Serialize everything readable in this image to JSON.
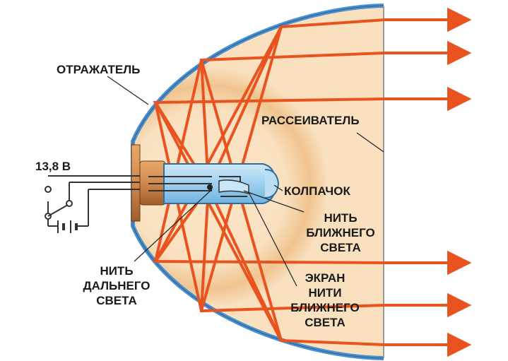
{
  "labels": {
    "reflector": "ОТРАЖАТЕЛЬ",
    "diffuser": "РАССЕИВАТЕЛЬ",
    "voltage": "13,8 В",
    "cap": "КОЛПАЧОК",
    "low_beam_filament": [
      "НИТЬ",
      "БЛИЖНЕГО",
      "СВЕТА"
    ],
    "high_beam_filament": [
      "НИТЬ",
      "ДАЛЬНЕГО",
      "СВЕТА"
    ],
    "low_beam_shield": [
      "ЭКРАН",
      "НИТИ",
      "БЛИЖНЕГО",
      "СВЕТА"
    ]
  },
  "colors": {
    "ray": "#e8531f",
    "reflector_rim": "#4a8fce",
    "housing_fill": "#f9e1c0",
    "glow": "#f2c995",
    "bulb_glass": "#9fd0ef",
    "base_metal": "#d08a4f",
    "wire": "#333333"
  }
}
